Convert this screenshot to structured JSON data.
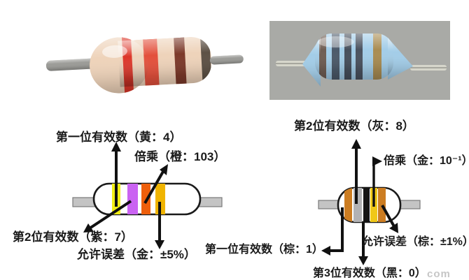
{
  "photos": {
    "left": {
      "description": "photo of cream four-band resistor on white background",
      "background": "#ffffff",
      "body_color": "#eed3ba",
      "lead_color": "#9b9b97",
      "lead_end_color": "#4d4c45",
      "band_colors": [
        "#dd3629",
        "#e3503c",
        "#7c3a2a",
        "#5d5145"
      ]
    },
    "right": {
      "description": "photo of light-blue five-band resistor on gray background",
      "background": "#a9aaa6",
      "body_color": "#a3cde8",
      "lead_color": "#d6d6cb",
      "band_colors": [
        "#6f5d53",
        "#4c5a6a",
        "#464f5c",
        "#4a525f",
        "#a98c52"
      ]
    }
  },
  "diagrams": {
    "left": {
      "labels": {
        "digit1": "第一位有效数（黄：4）",
        "multiplier": "倍乘（橙：103）",
        "digit2": "第2位有效数（紫：7）",
        "tolerance": "允许误差（金：±5%）"
      },
      "bands": [
        {
          "name": "yellow",
          "color": "#f2ee16"
        },
        {
          "name": "violet",
          "color": "#ca63f2"
        },
        {
          "name": "orange",
          "color": "#ee5f0c"
        },
        {
          "name": "gold",
          "color": "#f0b400"
        }
      ]
    },
    "right": {
      "labels": {
        "digit2": "第2位有效数（灰：8）",
        "multiplier": "倍乘（金：10⁻¹）",
        "tolerance": "允许误差（棕：±1%）",
        "digit1": "第一位有效数（棕：1）",
        "digit3": "第3位有效数（黑：0）"
      },
      "bands": [
        {
          "name": "brown",
          "color": "#cc7d22"
        },
        {
          "name": "gray",
          "color": "#b2b2b4"
        },
        {
          "name": "black",
          "color": "#141414"
        },
        {
          "name": "gold",
          "color": "#f0c818"
        },
        {
          "name": "brown",
          "color": "#cc7d22"
        }
      ]
    }
  },
  "colors": {
    "outline": "#1a1a1a",
    "arrow": "#111111",
    "diagram_lead_fill": "#c4c4c4",
    "diagram_lead_stroke": "#7a7a7a",
    "diagram_body_fill": "#ffffff"
  },
  "watermark": "com"
}
